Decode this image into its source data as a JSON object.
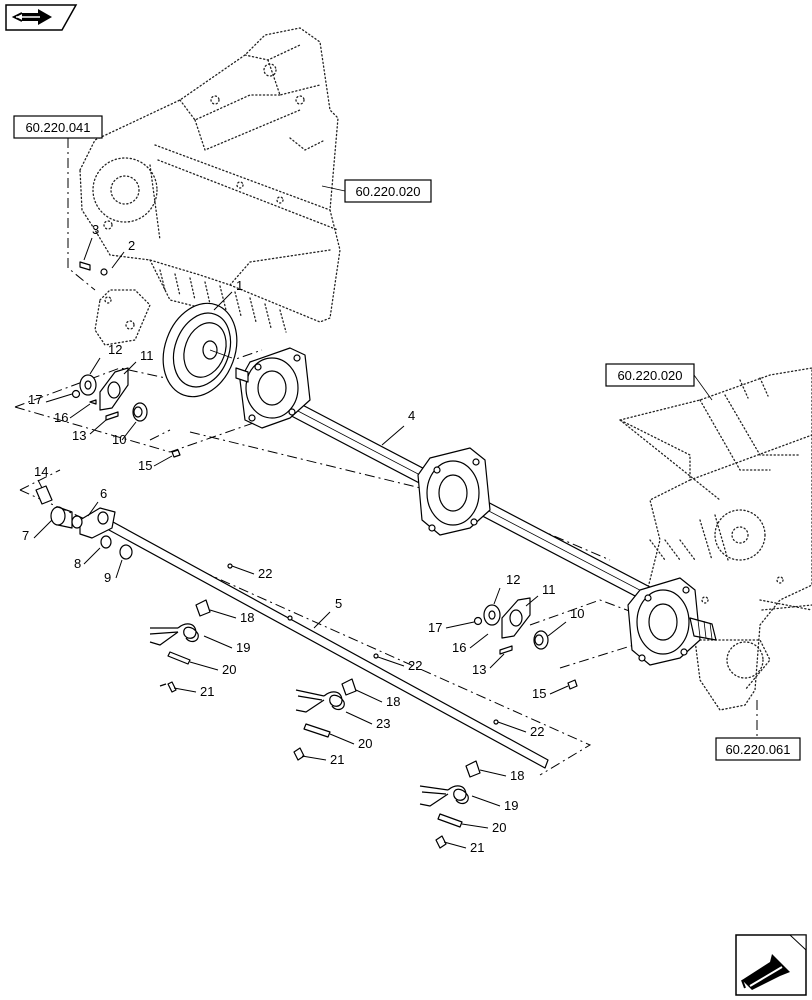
{
  "navigation": {
    "top_icon": "previous-page-arrow-icon",
    "bottom_icon": "next-page-arrow-icon"
  },
  "references": [
    {
      "id": "ref-top-left",
      "label": "60.220.041"
    },
    {
      "id": "ref-top",
      "label": "60.220.020"
    },
    {
      "id": "ref-right",
      "label": "60.220.020"
    },
    {
      "id": "ref-bottom-right",
      "label": "60.220.061"
    }
  ],
  "callouts": [
    {
      "id": "c1",
      "label": "1"
    },
    {
      "id": "c2",
      "label": "2"
    },
    {
      "id": "c3",
      "label": "3"
    },
    {
      "id": "c4",
      "label": "4"
    },
    {
      "id": "c5",
      "label": "5"
    },
    {
      "id": "c6",
      "label": "6"
    },
    {
      "id": "c7",
      "label": "7"
    },
    {
      "id": "c8",
      "label": "8"
    },
    {
      "id": "c9",
      "label": "9"
    },
    {
      "id": "c10a",
      "label": "10"
    },
    {
      "id": "c10b",
      "label": "10"
    },
    {
      "id": "c11a",
      "label": "11"
    },
    {
      "id": "c11b",
      "label": "11"
    },
    {
      "id": "c12a",
      "label": "12"
    },
    {
      "id": "c12b",
      "label": "12"
    },
    {
      "id": "c13a",
      "label": "13"
    },
    {
      "id": "c13b",
      "label": "13"
    },
    {
      "id": "c14",
      "label": "14"
    },
    {
      "id": "c15a",
      "label": "15"
    },
    {
      "id": "c15b",
      "label": "15"
    },
    {
      "id": "c16a",
      "label": "16"
    },
    {
      "id": "c16b",
      "label": "16"
    },
    {
      "id": "c17a",
      "label": "17"
    },
    {
      "id": "c17b",
      "label": "17"
    },
    {
      "id": "c18a",
      "label": "18"
    },
    {
      "id": "c18b",
      "label": "18"
    },
    {
      "id": "c18c",
      "label": "18"
    },
    {
      "id": "c19a",
      "label": "19"
    },
    {
      "id": "c19b",
      "label": "19"
    },
    {
      "id": "c20a",
      "label": "20"
    },
    {
      "id": "c20b",
      "label": "20"
    },
    {
      "id": "c20c",
      "label": "20"
    },
    {
      "id": "c21a",
      "label": "21"
    },
    {
      "id": "c21b",
      "label": "21"
    },
    {
      "id": "c21c",
      "label": "21"
    },
    {
      "id": "c22a",
      "label": "22"
    },
    {
      "id": "c22b",
      "label": "22"
    },
    {
      "id": "c22c",
      "label": "22"
    },
    {
      "id": "c23",
      "label": "23"
    }
  ]
}
